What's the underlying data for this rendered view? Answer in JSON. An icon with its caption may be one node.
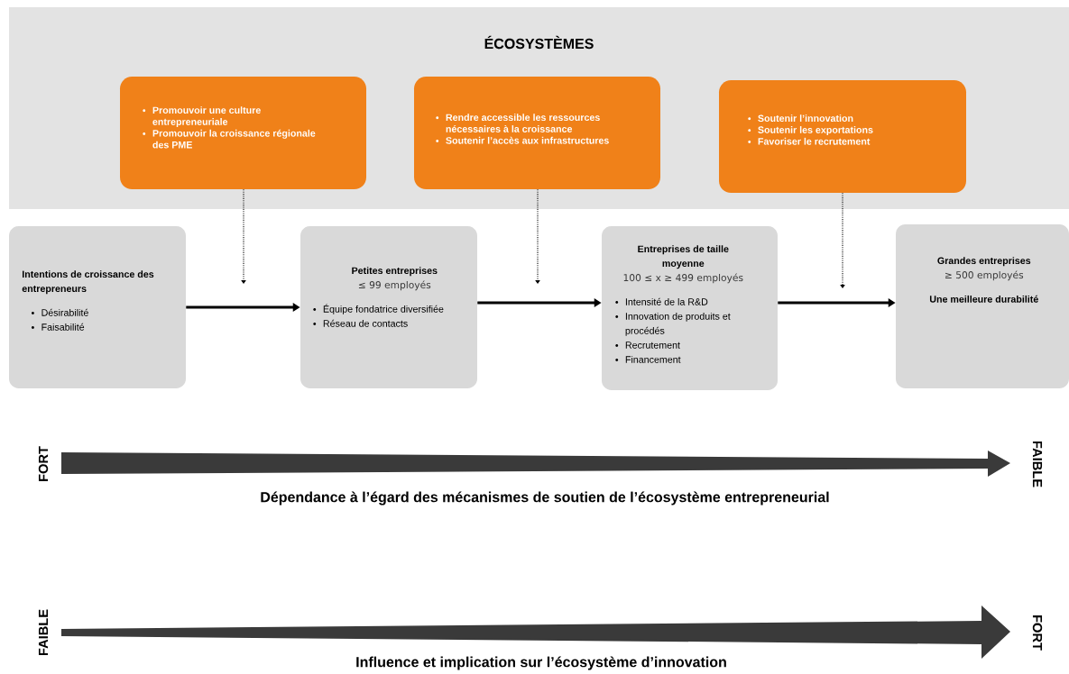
{
  "diagram": {
    "nodes": [
      {
        "text": [
          "ÉCOSYSTÈMES"
        ]
      },
      {
        "text": [
          "Promouvoir une culture entrepreneuriale",
          "Promouvoir la croissance régionale des PME"
        ],
        "in": 0
      },
      {
        "text": [
          "Rendre accessible les ressources nécessaires à la croissance",
          "Soutenir l’accès aux infrastructures"
        ],
        "in": 0
      },
      {
        "text": [
          "Soutenir l’innovation",
          "Soutenir les exportations",
          "Favoriser le recrutement"
        ],
        "in": 0
      },
      {
        "text": [
          "Intentions de croissance des entrepreneurs",
          "Désirabilité",
          "Faisabilité"
        ]
      },
      {
        "text": [
          "Petites entreprises",
          "≤ 99 employés",
          "Équipe fondatrice diversifiée",
          "Réseau de contacts"
        ]
      },
      {
        "text": [
          "Entreprises de taille moyenne",
          "100 ≤ x ≥ 499 employés",
          "Intensité de la R&D",
          "Innovation de produits et procédés",
          "Recrutement",
          "Financement"
        ]
      },
      {
        "text": [
          "Grandes entreprises",
          "≥ 500 employés",
          "Une meilleure durabilité"
        ]
      }
    ],
    "edges": [
      {
        "from": 1,
        "to": null,
        "arrow": "to",
        "style": "dashed"
      },
      {
        "from": 2,
        "to": null,
        "arrow": "to",
        "style": "dashed"
      },
      {
        "from": 3,
        "to": null,
        "arrow": "to",
        "style": "dashed"
      },
      {
        "from": 4,
        "to": 5,
        "arrow": "to",
        "style": "thick"
      },
      {
        "from": 5,
        "to": 6,
        "arrow": "to",
        "style": "thick"
      },
      {
        "from": 6,
        "to": 7,
        "arrow": "to",
        "style": "thick"
      }
    ],
    "labels": [
      "FORT",
      "FAIBLE",
      "Dépendance à l’égard des mécanismes de soutien de l’écosystème entrepreneurial",
      "FAIBLE",
      "FORT",
      "Influence et implication sur l’écosystème d’innovation"
    ]
  }
}
